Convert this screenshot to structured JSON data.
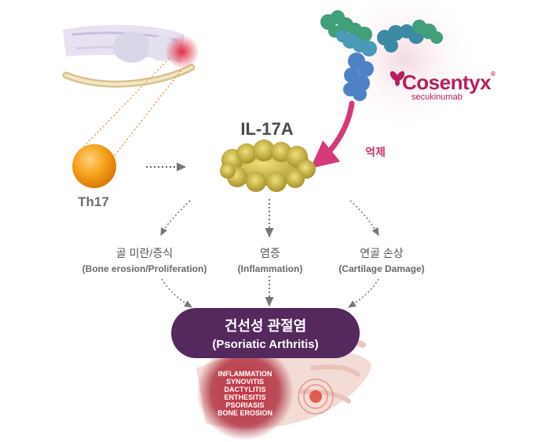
{
  "brand": {
    "name": "Cosentyx",
    "mark": "®",
    "generic": "secukinumab"
  },
  "cytokine": {
    "label": "IL-17A"
  },
  "cell": {
    "label": "Th17"
  },
  "inhibition": {
    "label": "억제"
  },
  "effects": [
    {
      "ko": "골 미란/증식",
      "en": "(Bone erosion/Proliferation)"
    },
    {
      "ko": "염증",
      "en": "(Inflammation)"
    },
    {
      "ko": "연골 손상",
      "en": "(Cartilage Damage)"
    }
  ],
  "disease": {
    "ko": "건선성 관절염",
    "en": "(Psoriatic Arthritis)"
  },
  "symptoms": [
    "INFLAMMATION",
    "SYNOVITIS",
    "DACTYLITIS",
    "ENTHESITIS",
    "PSORIASIS",
    "BONE EROSION"
  ],
  "colors": {
    "brand": "#b6205f",
    "inhibit_arrow": "#d63a78",
    "disease_pill": "#55285e",
    "th17_cell": "#f39c1e",
    "il17_protein": "#cdbb3e"
  },
  "icons": [
    "joint-illustration",
    "antibody-illustration",
    "hand-illustration"
  ]
}
